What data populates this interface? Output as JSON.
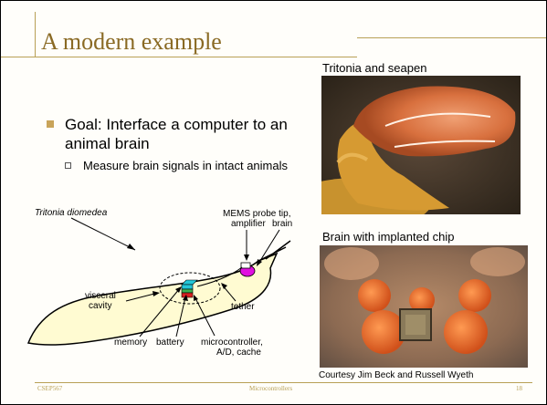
{
  "slide": {
    "title": "A modern example",
    "bullets": {
      "level1": "Goal: Interface a computer to an animal brain",
      "level2": "Measure brain signals in intact animals"
    },
    "photo_top_caption": "Tritonia and seapen",
    "photo_bottom_caption": "Brain with implanted chip",
    "credit": "Courtesy Jim Beck and Russell Wyeth",
    "footer": {
      "left": "CSEP567",
      "center": "Microcontrollers",
      "page": "18"
    },
    "diagram": {
      "species": "Tritonia diomedea",
      "probe_line1": "MEMS probe tip,",
      "probe_line2": "amplifier",
      "brain": "brain",
      "visceral_line1": "visceral",
      "visceral_line2": "cavity",
      "tether": "tether",
      "memory": "memory",
      "battery": "battery",
      "micro_line1": "microcontroller,",
      "micro_line2": "A/D, cache"
    }
  },
  "colors": {
    "title": "#8a6a24",
    "rule": "#b8a056",
    "bullet_marker": "#c9a45a",
    "slug_body": "#fffbd2",
    "brain": "#e010e0",
    "chip_cyan": "#22c6d8",
    "chip_green": "#3ab050",
    "chip_red": "#d62020"
  }
}
